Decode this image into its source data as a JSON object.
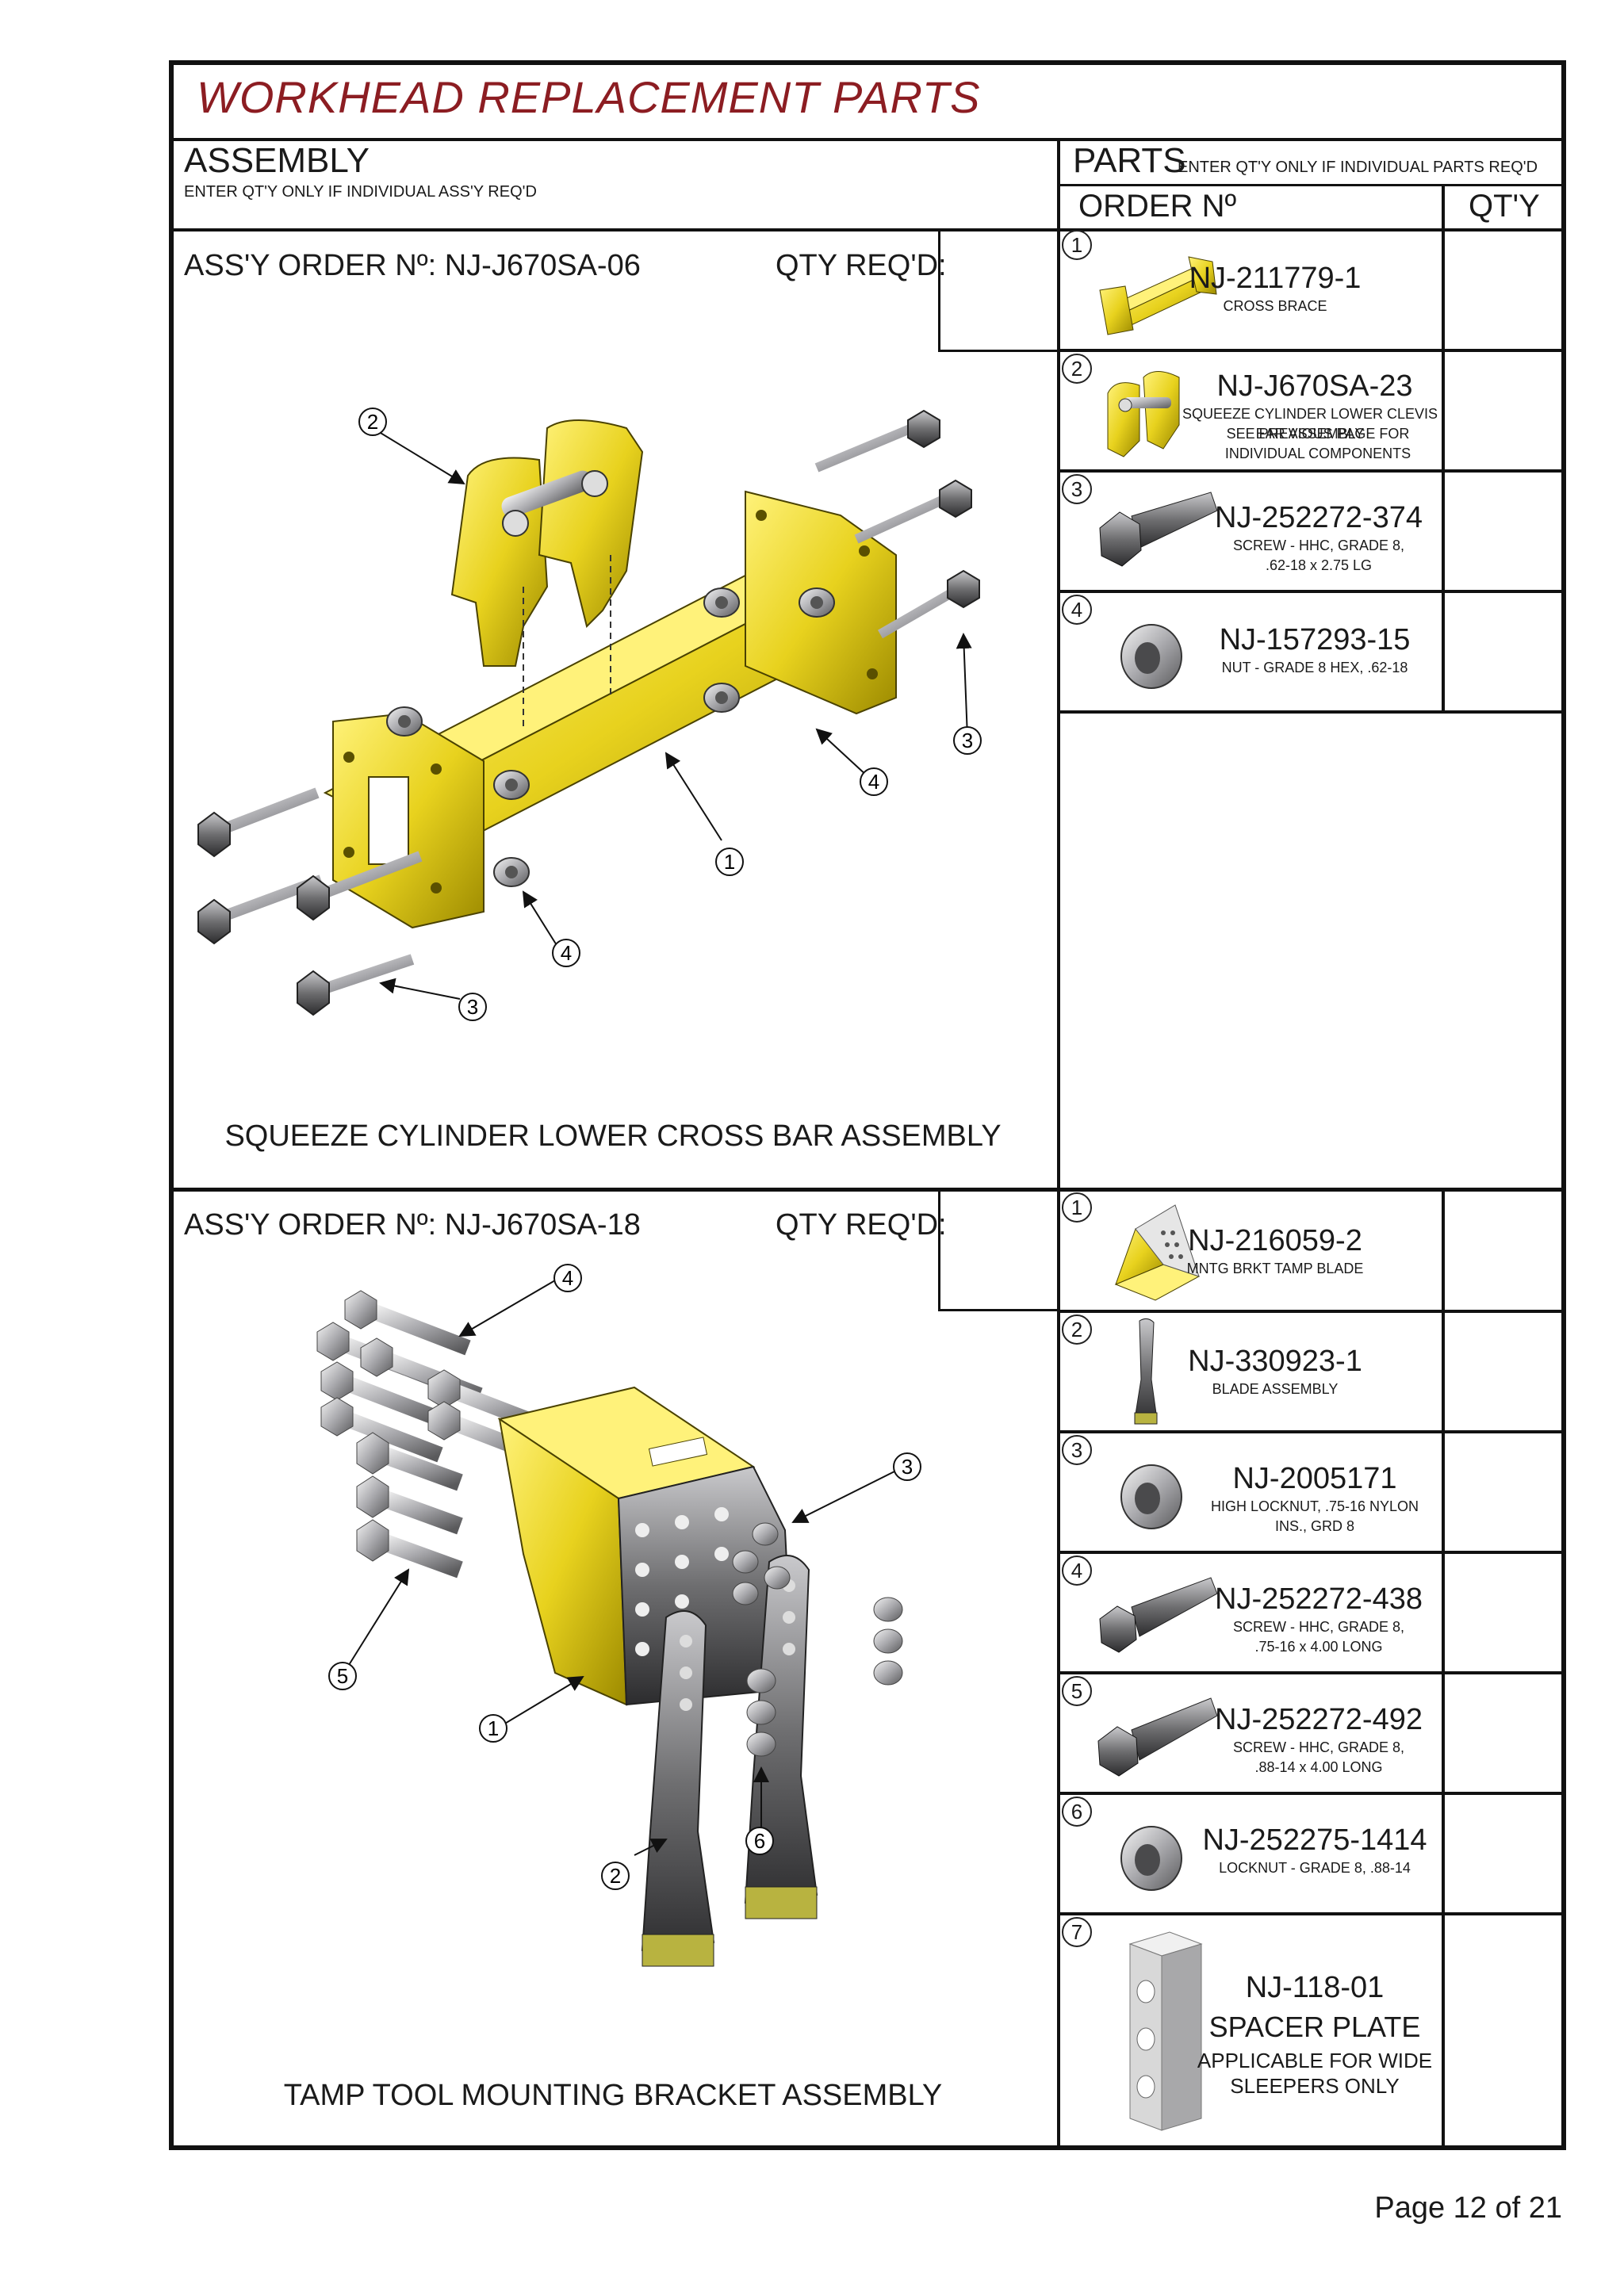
{
  "title": "WORKHEAD REPLACEMENT PARTS",
  "assembly_header": {
    "label": "ASSEMBLY",
    "note": "ENTER QT'Y ONLY IF INDIVIDUAL ASS'Y REQ'D"
  },
  "parts_header": {
    "label": "PARTS",
    "note": "ENTER QT'Y ONLY IF INDIVIDUAL PARTS REQ'D",
    "order_col": "ORDER Nº",
    "qty_col": "QT'Y"
  },
  "assemblies": [
    {
      "order_label": "ASS'Y ORDER Nº: NJ-J670SA-06",
      "qty_label": "QTY REQ'D:",
      "caption": "SQUEEZE CYLINDER LOWER CROSS BAR ASSEMBLY",
      "callouts": [
        "2",
        "1",
        "3",
        "4",
        "4",
        "3"
      ],
      "parts": [
        {
          "num": "1",
          "part_no": "NJ-211779-1",
          "desc": [
            "CROSS BRACE"
          ],
          "icon": "cross-brace-icon"
        },
        {
          "num": "2",
          "part_no": "NJ-J670SA-23",
          "desc": [
            "SQUEEZE CYLINDER LOWER CLEVIS EAR ASSEMBLY",
            "SEE PREVIOUS PAGE FOR",
            "INDIVIDUAL COMPONENTS"
          ],
          "icon": "clevis-ear-icon"
        },
        {
          "num": "3",
          "part_no": "NJ-252272-374",
          "desc": [
            "SCREW - HHC, GRADE 8,",
            ".62-18 x 2.75 LG"
          ],
          "icon": "hex-screw-icon"
        },
        {
          "num": "4",
          "part_no": "NJ-157293-15",
          "desc": [
            "NUT - GRADE 8 HEX, .62-18"
          ],
          "icon": "hex-nut-icon"
        }
      ]
    },
    {
      "order_label": "ASS'Y ORDER Nº: NJ-J670SA-18",
      "qty_label": "QTY REQ'D:",
      "caption": "TAMP TOOL MOUNTING BRACKET ASSEMBLY",
      "callouts": [
        "4",
        "3",
        "5",
        "1",
        "6",
        "2"
      ],
      "parts": [
        {
          "num": "1",
          "part_no": "NJ-216059-2",
          "desc": [
            "MNTG BRKT TAMP BLADE"
          ],
          "icon": "mounting-bracket-icon"
        },
        {
          "num": "2",
          "part_no": "NJ-330923-1",
          "desc": [
            "BLADE ASSEMBLY"
          ],
          "icon": "blade-icon"
        },
        {
          "num": "3",
          "part_no": "NJ-2005171",
          "desc": [
            "HIGH LOCKNUT, .75-16 NYLON",
            "INS., GRD 8"
          ],
          "icon": "hex-nut-icon"
        },
        {
          "num": "4",
          "part_no": "NJ-252272-438",
          "desc": [
            "SCREW - HHC, GRADE 8,",
            ".75-16 x 4.00 LONG"
          ],
          "icon": "hex-screw-icon"
        },
        {
          "num": "5",
          "part_no": "NJ-252272-492",
          "desc": [
            "SCREW - HHC, GRADE 8,",
            ".88-14 x 4.00 LONG"
          ],
          "icon": "hex-screw-icon"
        },
        {
          "num": "6",
          "part_no": "NJ-252275-1414",
          "desc": [
            "LOCKNUT - GRADE 8, .88-14"
          ],
          "icon": "hex-nut-icon"
        },
        {
          "num": "7",
          "part_no": "NJ-118-01",
          "desc": [
            "SPACER PLATE",
            "APPLICABLE FOR WIDE",
            "SLEEPERS ONLY"
          ],
          "icon": "spacer-plate-icon"
        }
      ]
    }
  ],
  "page": "Page 12 of 21",
  "colors": {
    "title": "#8c1d22",
    "yellow": "#e8d21e",
    "steel": "#6e6e70"
  }
}
